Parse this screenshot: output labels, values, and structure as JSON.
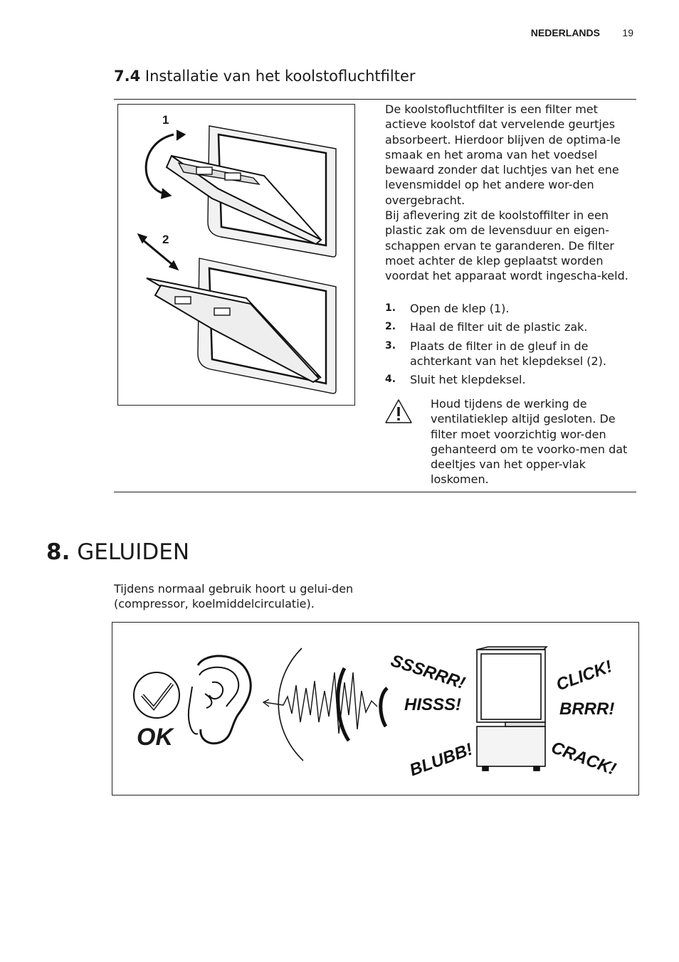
{
  "header": {
    "language": "NEDERLANDS",
    "page_number": "19"
  },
  "section": {
    "number": "7.4",
    "title": "Installatie van het koolstofluchtfilter"
  },
  "figure1": {
    "label1": "1",
    "label2": "2"
  },
  "description": {
    "para1": "De koolstofluchtfilter is een filter met actieve koolstof dat vervelende geurtjes absorbeert. Hierdoor blijven de optima-le smaak en het aroma van het voedsel bewaard zonder dat luchtjes van het ene levensmiddel op het andere wor-den overgebracht.",
    "para2": "Bij aflevering zit de koolstoffilter in een plastic zak om de levensduur en eigen-schappen ervan te garanderen. De filter moet achter de klep geplaatst worden voordat het apparaat wordt ingescha-keld."
  },
  "steps": [
    {
      "num": "1.",
      "text": "Open de klep (1)."
    },
    {
      "num": "2.",
      "text": "Haal de filter uit de plastic zak."
    },
    {
      "num": "3.",
      "text": "Plaats de filter in de gleuf in de achterkant van het klepdeksel (2)."
    },
    {
      "num": "4.",
      "text": "Sluit het klepdeksel."
    }
  ],
  "warning": {
    "text": "Houd tijdens de werking de ventilatieklep altijd gesloten. De filter moet voorzichtig wor-den gehanteerd om te voorko-men dat deeltjes van het opper-vlak loskomen."
  },
  "chapter": {
    "number": "8.",
    "title": "GELUIDEN"
  },
  "intro": "Tijdens normaal gebruik hoort u gelui-den (compressor, koelmiddelcirculatie).",
  "sounds": {
    "ok": "OK",
    "sssrrr": "SSSRRR!",
    "hisss": "HISSS!",
    "blubb": "BLUBB!",
    "click": "CLICK!",
    "brrr": "BRRR!",
    "crack": "CRACK!"
  }
}
